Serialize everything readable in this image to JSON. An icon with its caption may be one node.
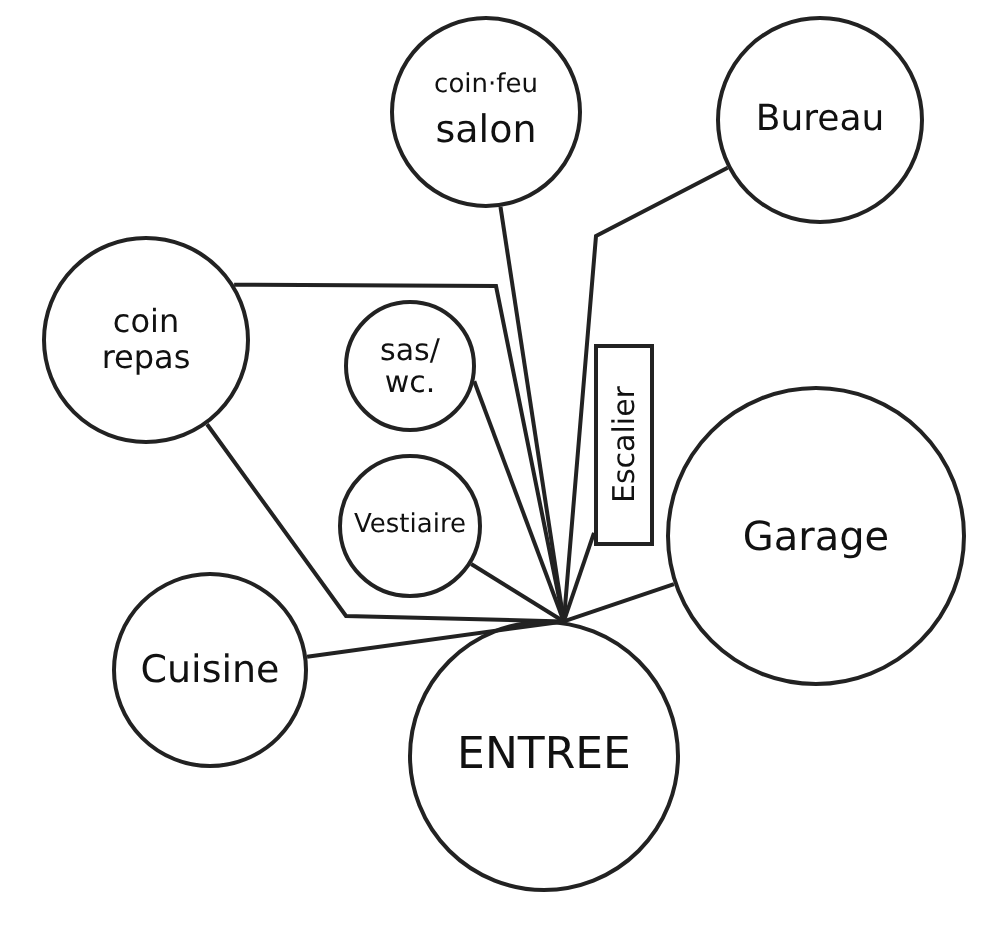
{
  "diagram": {
    "nodes": [
      {
        "text": [
          "coin·feu",
          "salon"
        ]
      },
      {
        "text": [
          "Bureau"
        ]
      },
      {
        "text": [
          "coin repas"
        ]
      },
      {
        "text": [
          "sas/ wc."
        ]
      },
      {
        "text": [
          "Escalier"
        ]
      },
      {
        "text": [
          "Vestiaire"
        ]
      },
      {
        "text": [
          "Garage"
        ]
      },
      {
        "text": [
          "Cuisine"
        ]
      },
      {
        "text": [
          "ENTREE"
        ]
      }
    ],
    "edges": [
      {
        "from": 0,
        "to": 8,
        "arrow": "none"
      },
      {
        "from": 1,
        "to": 8,
        "arrow": "none"
      },
      {
        "from": 2,
        "to": 8,
        "arrow": "none"
      },
      {
        "from": 2,
        "to": 8,
        "arrow": "none"
      },
      {
        "from": 3,
        "to": 8,
        "arrow": "none"
      },
      {
        "from": 4,
        "to": 8,
        "arrow": "none"
      },
      {
        "from": 5,
        "to": 8,
        "arrow": "none"
      },
      {
        "from": 6,
        "to": 8,
        "arrow": "none"
      },
      {
        "from": 7,
        "to": 8,
        "arrow": "none"
      }
    ]
  }
}
